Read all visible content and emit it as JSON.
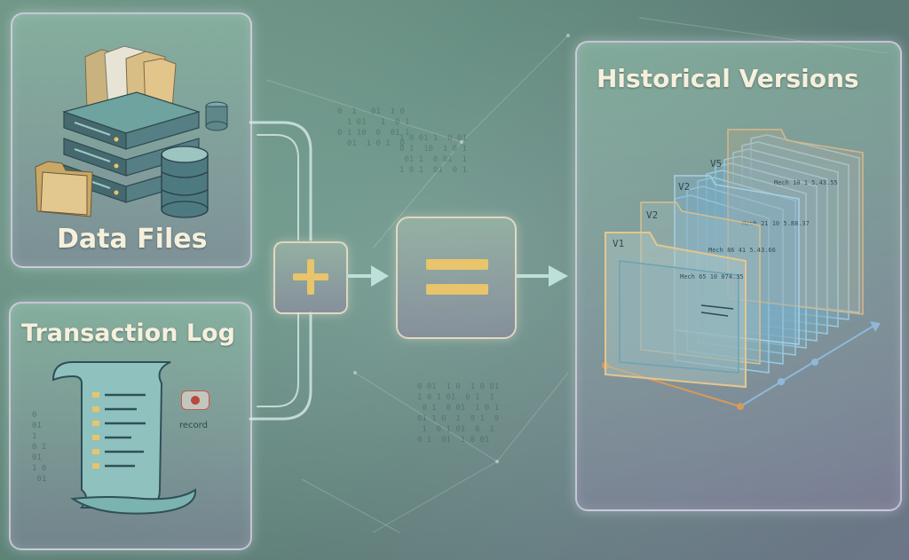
{
  "panels": {
    "data_files": {
      "title": "Data Files"
    },
    "transaction_log": {
      "title": "Transaction Log",
      "record_label": "record"
    },
    "historical_versions": {
      "title": "Historical Versions"
    }
  },
  "operators": {
    "plus": "plus",
    "equals": "equals"
  },
  "versions": [
    {
      "label": "V1",
      "meta": "Mech 65 10 074.35"
    },
    {
      "label": "V2",
      "meta": "Mech 86 41 5.43.66"
    },
    {
      "label": "V2",
      "meta": "Mech 21 10 5.88.37"
    },
    {
      "label": "V5",
      "meta": "Mech 10 1 5.43.55"
    }
  ],
  "colors": {
    "accent_gold": "#e8c46a",
    "folder_tan": "#d9c08a",
    "server_teal": "#5c8f90",
    "text_cream": "#f5f0dc"
  },
  "icons": [
    "folder-icon",
    "server-stack-icon",
    "database-icon",
    "scroll-log-icon",
    "record-icon",
    "plus-icon",
    "equals-icon",
    "arrow-right-icon",
    "timeline-icon"
  ]
}
